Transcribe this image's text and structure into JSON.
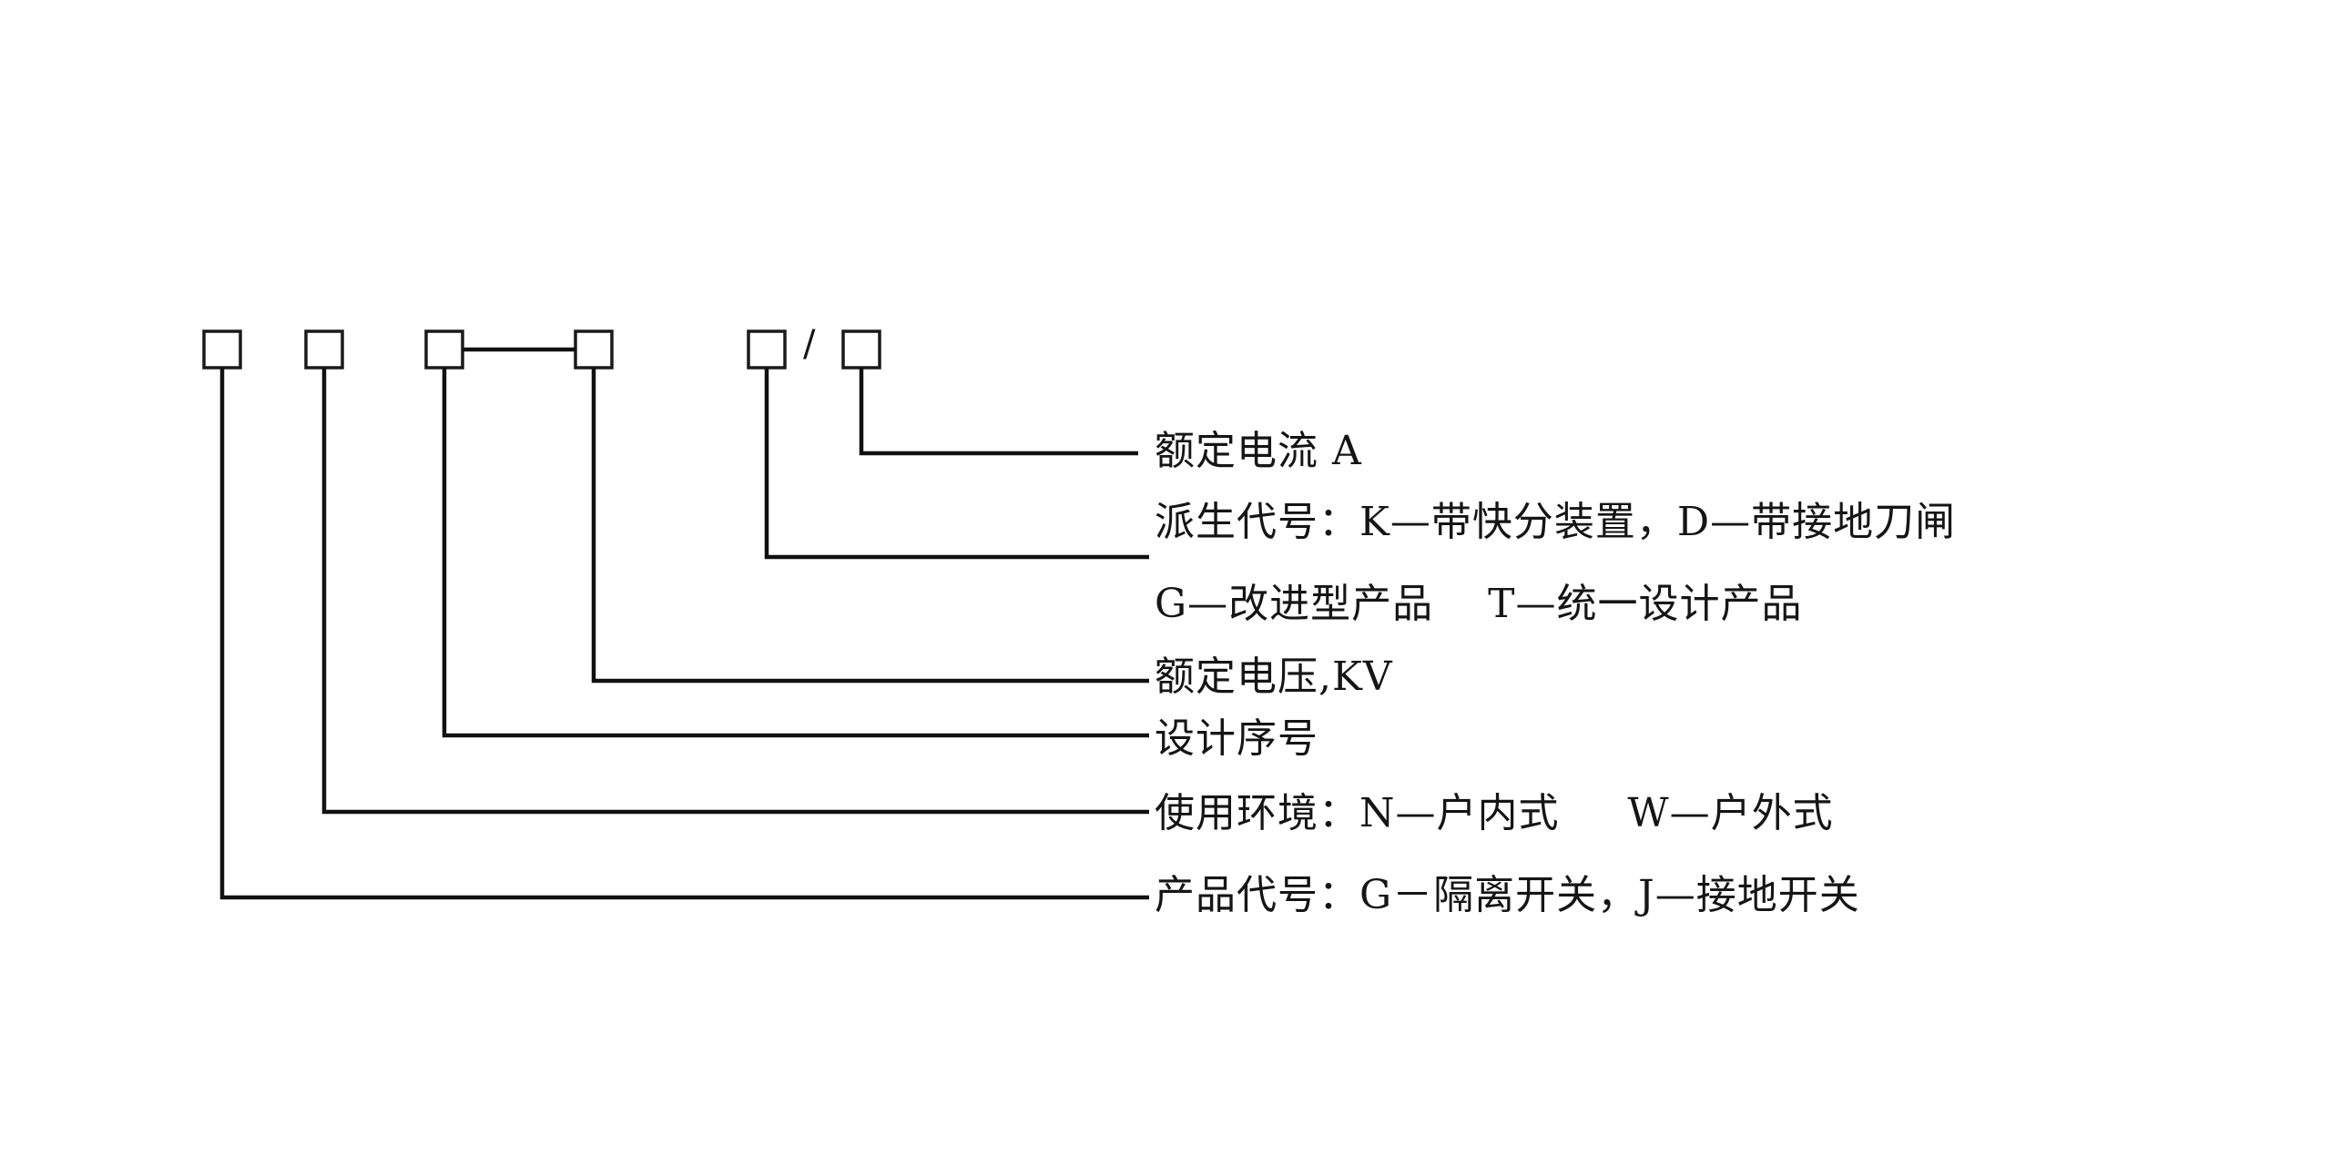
{
  "diagram": {
    "title": "",
    "separator": "/",
    "labels": {
      "rated_current": "额定电流 A",
      "derived_code": "派生代号：K—带快分装置，D—带接地刀闸",
      "derived_code_2": "G—改进型产品    T—统一设计产品",
      "rated_voltage": "额定电压,KV",
      "design_serial": "设计序号",
      "environment": "使用环境：N—户内式     W—户外式",
      "product_code": "产品代号：G－隔离开关，J—接地开关"
    }
  }
}
